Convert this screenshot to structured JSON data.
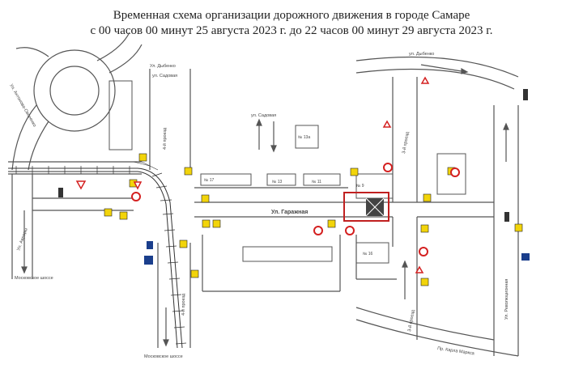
{
  "title": {
    "line1": "Временная схема организации дорожного движения в городе Самаре",
    "line2": "с 00 часов 00 минут 25 августа 2023 г. до 22 часов 00 минут 29 августа 2023 г."
  },
  "streets": {
    "dybenko_left": "Ул. Дыбенко",
    "dybenko_right": "ул. Дыбенко",
    "sadovaya": "ул. Садовая",
    "garazhnaya": "Ул. Гаражная",
    "antonova": "Ул. Антонова-Овсеенко",
    "avrory": "Ул. Авроры",
    "proezd4_top": "4-й проезд",
    "proezd4_bottom": "4-й проезд",
    "proezd3_top": "3-й проезд",
    "proezd3_bottom": "3-й проезд",
    "revolyuts": "Ул. Революционная",
    "karl_marx": "Пр. Карла Маркса",
    "moskovskoe_left": "Московское шоссе",
    "moskovskoe_bottom": "Московское шоссе"
  },
  "buildings": {
    "n17": "№ 17",
    "n13": "№ 13",
    "n11": "№ 11",
    "n9": "№ 9",
    "n13a": "№ 13а",
    "n16": "№ 16"
  },
  "legend_colors": {
    "road": "#555555",
    "rail": "#333333",
    "sign_yellow": "#f2d40a",
    "sign_red": "#d42020",
    "sign_blue": "#1a3e8c",
    "work_zone": "#c02020"
  }
}
